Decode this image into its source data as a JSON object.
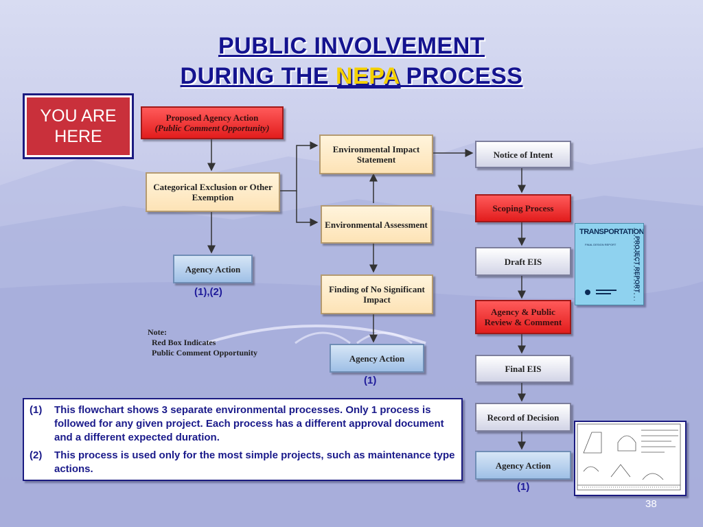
{
  "title": {
    "line1": "PUBLIC INVOLVEMENT",
    "line2_pre": "DURING THE ",
    "line2_highlight": "NEPA",
    "line2_post": " PROCESS"
  },
  "you_are_here": "YOU ARE HERE",
  "boxes": {
    "proposed_action_line1": "Proposed Agency Action",
    "proposed_action_line2": "(Public Comment Opportunity)",
    "categorical_exclusion": "Categorical Exclusion or Other Exemption",
    "agency_action_left": "Agency Action",
    "eis": "Environmental Impact Statement",
    "ea": "Environmental Assessment",
    "fonsi": "Finding of No Significant Impact",
    "agency_action_middle": "Agency Action",
    "notice_of_intent": "Notice of Intent",
    "scoping_process": "Scoping Process",
    "draft_eis": "Draft EIS",
    "agency_public_review": "Agency & Public Review & Comment",
    "final_eis": "Final EIS",
    "record_of_decision": "Record of Decision",
    "agency_action_right": "Agency Action"
  },
  "path_labels": {
    "left": "(1),(2)",
    "middle": "(1)",
    "right": "(1)"
  },
  "note": {
    "heading": "Note:",
    "line1": "Red Box Indicates",
    "line2": "Public Comment Opportunity"
  },
  "footnotes": [
    {
      "num": "(1)",
      "text": "This flowchart shows 3 separate environmental processes.  Only 1 process is followed for any given project.  Each process has a different approval document and a different expected duration."
    },
    {
      "num": "(2)",
      "text": "This process is used only for the most simple projects, such as maintenance type actions."
    }
  ],
  "report_cover": {
    "title": "TRANSPORTATION",
    "subtitle": "FINAL DESIGN REPORT",
    "side": "PROJECT REPORT"
  },
  "page_number": "38",
  "colors": {
    "title": "#14138f",
    "nepa_highlight": "#f4d000",
    "comment_box": "#e21d1d",
    "exemption_box": "#fde3b6",
    "agency_action_box": "#9fc0e6"
  }
}
